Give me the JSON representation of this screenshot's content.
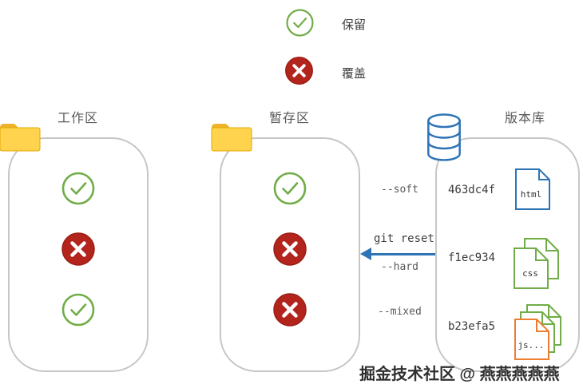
{
  "legend": {
    "keep_label": "保留",
    "overwrite_label": "覆盖"
  },
  "working_area": {
    "title": "工作区",
    "marks": [
      "check",
      "cross",
      "check"
    ]
  },
  "staging_area": {
    "title": "暂存区",
    "marks": [
      "check",
      "cross",
      "cross"
    ]
  },
  "repository": {
    "title": "版本库",
    "commits": [
      {
        "hash": "463dc4f",
        "file_label": "html"
      },
      {
        "hash": "f1ec934",
        "file_label": "css"
      },
      {
        "hash": "b23efa5",
        "file_label": "js..."
      }
    ]
  },
  "reset": {
    "command": "git reset",
    "soft": "--soft",
    "hard": "--hard",
    "mixed": "--mixed"
  },
  "watermark": "掘金技术社区 @ 燕燕燕燕燕",
  "colors": {
    "green": "#70AD47",
    "red": "#B2241C",
    "blue": "#2E74B5",
    "orange": "#ED7D31",
    "folder_yellow": "#FFD34D",
    "box_border": "#C6C6C6"
  }
}
